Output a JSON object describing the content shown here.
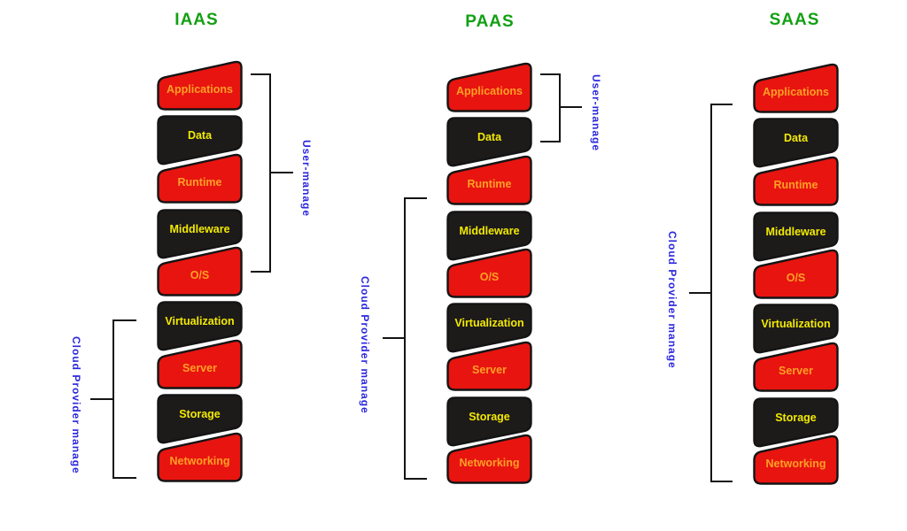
{
  "colors": {
    "background": "#ffffff",
    "red_block": "#e81410",
    "black_block": "#1d1a1a",
    "label_on_red": "#ffa024",
    "label_on_black": "#f2ea00",
    "title_green": "#12a012",
    "bracket_blue": "#2b27de",
    "line_black": "#141414"
  },
  "columns": [
    {
      "title": "IAAS",
      "blocks": [
        {
          "label": "Applications",
          "color": "red"
        },
        {
          "label": "Data",
          "color": "black"
        },
        {
          "label": "Runtime",
          "color": "red"
        },
        {
          "label": "Middleware",
          "color": "black"
        },
        {
          "label": "O/S",
          "color": "red"
        },
        {
          "label": "Virtualization",
          "color": "black"
        },
        {
          "label": "Server",
          "color": "red"
        },
        {
          "label": "Storage",
          "color": "black"
        },
        {
          "label": "Networking",
          "color": "red"
        }
      ],
      "brackets": [
        {
          "side": "right",
          "label": "User-manage"
        },
        {
          "side": "left",
          "label": "Cloud Provider manage"
        }
      ]
    },
    {
      "title": "PAAS",
      "blocks": [
        {
          "label": "Applications",
          "color": "red"
        },
        {
          "label": "Data",
          "color": "black"
        },
        {
          "label": "Runtime",
          "color": "red"
        },
        {
          "label": "Middleware",
          "color": "black"
        },
        {
          "label": "O/S",
          "color": "red"
        },
        {
          "label": "Virtualization",
          "color": "black"
        },
        {
          "label": "Server",
          "color": "red"
        },
        {
          "label": "Storage",
          "color": "black"
        },
        {
          "label": "Networking",
          "color": "red"
        }
      ],
      "brackets": [
        {
          "side": "right",
          "label": "User-manage"
        },
        {
          "side": "left",
          "label": "Cloud Provider manage"
        }
      ]
    },
    {
      "title": "SAAS",
      "blocks": [
        {
          "label": "Applications",
          "color": "red"
        },
        {
          "label": "Data",
          "color": "black"
        },
        {
          "label": "Runtime",
          "color": "red"
        },
        {
          "label": "Middleware",
          "color": "black"
        },
        {
          "label": "O/S",
          "color": "red"
        },
        {
          "label": "Virtualization",
          "color": "black"
        },
        {
          "label": "Server",
          "color": "red"
        },
        {
          "label": "Storage",
          "color": "black"
        },
        {
          "label": "Networking",
          "color": "red"
        }
      ],
      "brackets": [
        {
          "side": "left",
          "label": "Cloud Provider manage"
        }
      ]
    }
  ]
}
